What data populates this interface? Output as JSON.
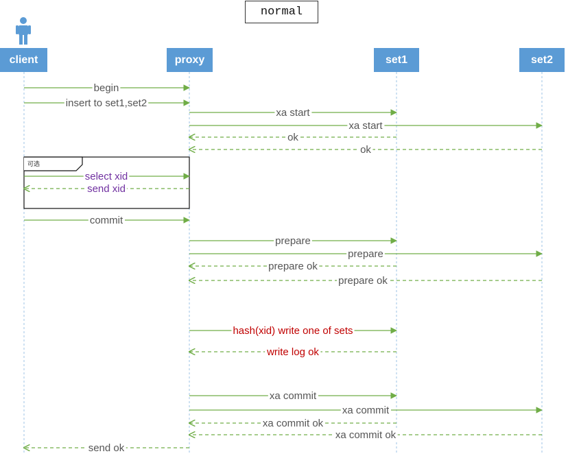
{
  "title": "normal",
  "participants": [
    {
      "id": "client",
      "label": "client"
    },
    {
      "id": "proxy",
      "label": "proxy"
    },
    {
      "id": "set1",
      "label": "set1"
    },
    {
      "id": "set2",
      "label": "set2"
    }
  ],
  "colors": {
    "participant_fill": "#5b9bd5",
    "arrow": "#70ad47",
    "label_default": "#555555",
    "label_purple": "#7030a0",
    "label_red": "#c00000",
    "lifeline": "#9dc3e6"
  },
  "optional_fragment": {
    "label": "可选"
  },
  "messages": [
    {
      "from": "client",
      "to": "proxy",
      "label": "begin",
      "style": "solid",
      "color": "default"
    },
    {
      "from": "client",
      "to": "proxy",
      "label": "insert to set1,set2",
      "style": "solid",
      "color": "default"
    },
    {
      "from": "proxy",
      "to": "set1",
      "label": "xa start",
      "style": "solid",
      "color": "default"
    },
    {
      "from": "proxy",
      "to": "set2",
      "label": "xa start",
      "style": "solid",
      "color": "default"
    },
    {
      "from": "set1",
      "to": "proxy",
      "label": "ok",
      "style": "dashed",
      "color": "default"
    },
    {
      "from": "set2",
      "to": "proxy",
      "label": "ok",
      "style": "dashed",
      "color": "default"
    },
    {
      "from": "client",
      "to": "proxy",
      "label": "select xid",
      "style": "solid",
      "color": "purple"
    },
    {
      "from": "proxy",
      "to": "client",
      "label": "send xid",
      "style": "dashed",
      "color": "purple"
    },
    {
      "from": "client",
      "to": "proxy",
      "label": "commit",
      "style": "solid",
      "color": "default"
    },
    {
      "from": "proxy",
      "to": "set1",
      "label": "prepare",
      "style": "solid",
      "color": "default"
    },
    {
      "from": "proxy",
      "to": "set2",
      "label": "prepare",
      "style": "solid",
      "color": "default"
    },
    {
      "from": "set1",
      "to": "proxy",
      "label": "prepare ok",
      "style": "dashed",
      "color": "default"
    },
    {
      "from": "set2",
      "to": "proxy",
      "label": "prepare ok",
      "style": "dashed",
      "color": "default"
    },
    {
      "from": "proxy",
      "to": "set1",
      "label": "hash(xid) write one of sets",
      "style": "solid",
      "color": "red"
    },
    {
      "from": "set1",
      "to": "proxy",
      "label": "write log ok",
      "style": "dashed",
      "color": "red"
    },
    {
      "from": "proxy",
      "to": "set1",
      "label": "xa commit",
      "style": "solid",
      "color": "default"
    },
    {
      "from": "proxy",
      "to": "set2",
      "label": "xa commit",
      "style": "solid",
      "color": "default"
    },
    {
      "from": "set1",
      "to": "proxy",
      "label": "xa commit ok",
      "style": "dashed",
      "color": "default"
    },
    {
      "from": "set2",
      "to": "proxy",
      "label": "xa commit ok",
      "style": "dashed",
      "color": "default"
    },
    {
      "from": "proxy",
      "to": "client",
      "label": "send ok",
      "style": "dashed",
      "color": "default"
    }
  ]
}
